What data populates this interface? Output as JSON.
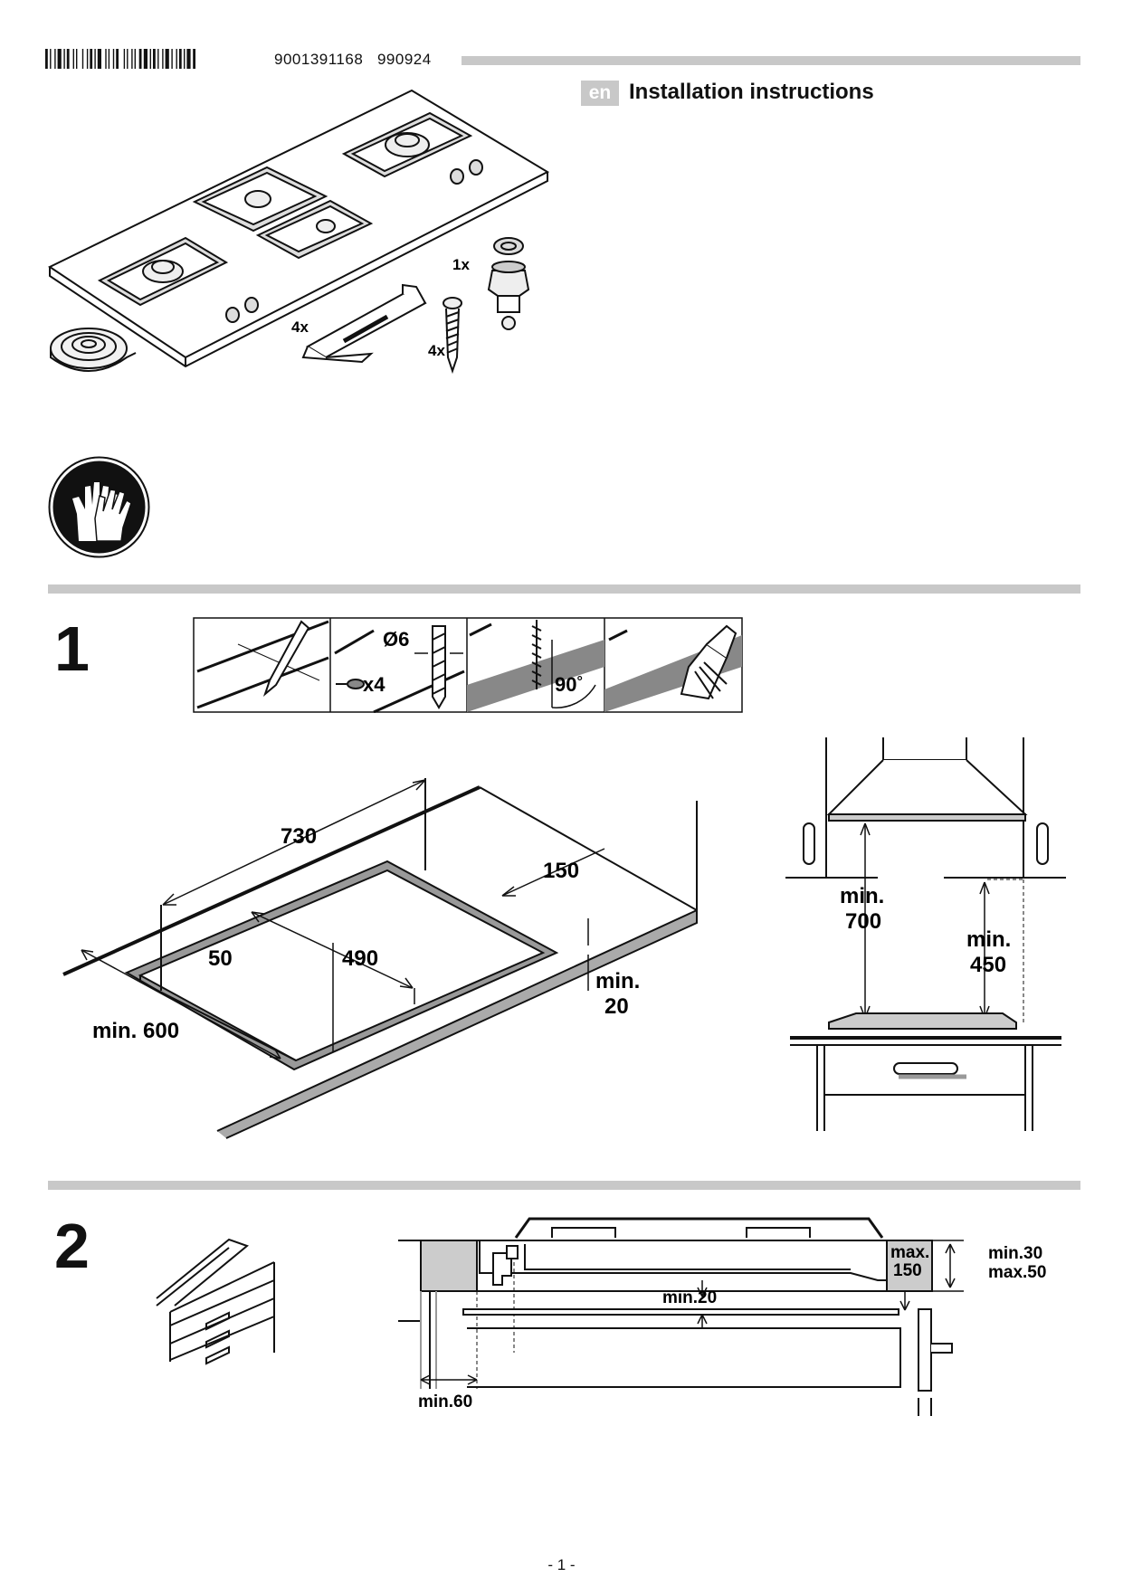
{
  "header": {
    "doc_number": "9001391168",
    "doc_date": "990924",
    "language_code": "en",
    "title": "Installation instructions"
  },
  "parts": {
    "gas_connector_qty": "1x",
    "brackets_qty": "4x",
    "screws_qty": "4x"
  },
  "step1": {
    "number": "1",
    "tools": {
      "drill_diameter": "Ø6",
      "hole_count": "x4",
      "angle": "90",
      "angle_unit": "°"
    },
    "cutout": {
      "width_overall": "730",
      "depth_to_wall": "150",
      "cutout_depth": "490",
      "edge_offset": "50",
      "min_worktop_depth": "min. 600",
      "min_thickness_label": "min.",
      "min_thickness_value": "20"
    },
    "hood": {
      "min_hood_label": "min.",
      "min_hood_value": "700",
      "min_cabinet_label": "min.",
      "min_cabinet_value": "450"
    }
  },
  "step2": {
    "number": "2",
    "max_side_label": "max.",
    "max_side_value": "150",
    "min_gap": "min.20",
    "worktop_thickness_min": "min.30",
    "worktop_thickness_max": "max.50",
    "min_wall_distance": "min.60"
  },
  "footer": {
    "page": "- 1 -"
  }
}
